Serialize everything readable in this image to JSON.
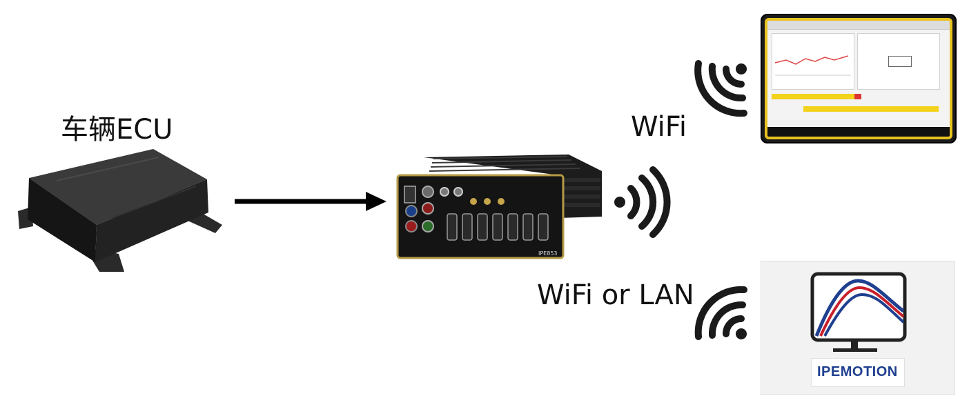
{
  "labels": {
    "ecu": "车辆ECU",
    "wifi": "WiFi",
    "wifi_or_lan": "WiFi or LAN"
  },
  "device": {
    "model": "IPE853"
  },
  "logo": {
    "text": "IPEMOTION"
  },
  "colors": {
    "gold_trim": "#b59a45",
    "tablet_yellow": "#e8c21e",
    "logo_blue": "#1f3f8f",
    "logo_red": "#c8202b"
  }
}
